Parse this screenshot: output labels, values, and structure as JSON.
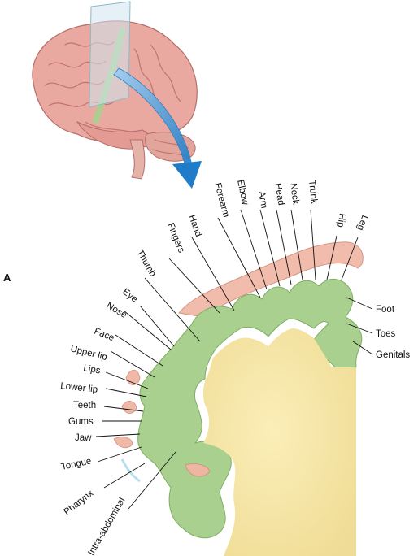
{
  "figure": {
    "panel_letter": "A",
    "colors": {
      "cortex_green": "#a9d08e",
      "cortex_edge": "#7fae64",
      "white_matter": "#f6e7a8",
      "brain_pink": "#e9a8a0",
      "arrow_blue": "#3b8fd4",
      "glass_plane": "#cfe6ee"
    },
    "labels_top": [
      "Thumb",
      "Fingers",
      "Hand",
      "Forearm",
      "Elbow",
      "Arm",
      "Head",
      "Neck",
      "Trunk",
      "Hip",
      "Leg"
    ],
    "labels_right": [
      "Foot",
      "Toes",
      "Genitals"
    ],
    "labels_left": [
      "Eye",
      "Nose",
      "Face",
      "Upper lip",
      "Lips",
      "Lower lip",
      "Teeth",
      "Gums",
      "Jaw",
      "Tongue"
    ],
    "labels_bottom": [
      "Pharynx",
      "Intra-abdominal"
    ]
  }
}
